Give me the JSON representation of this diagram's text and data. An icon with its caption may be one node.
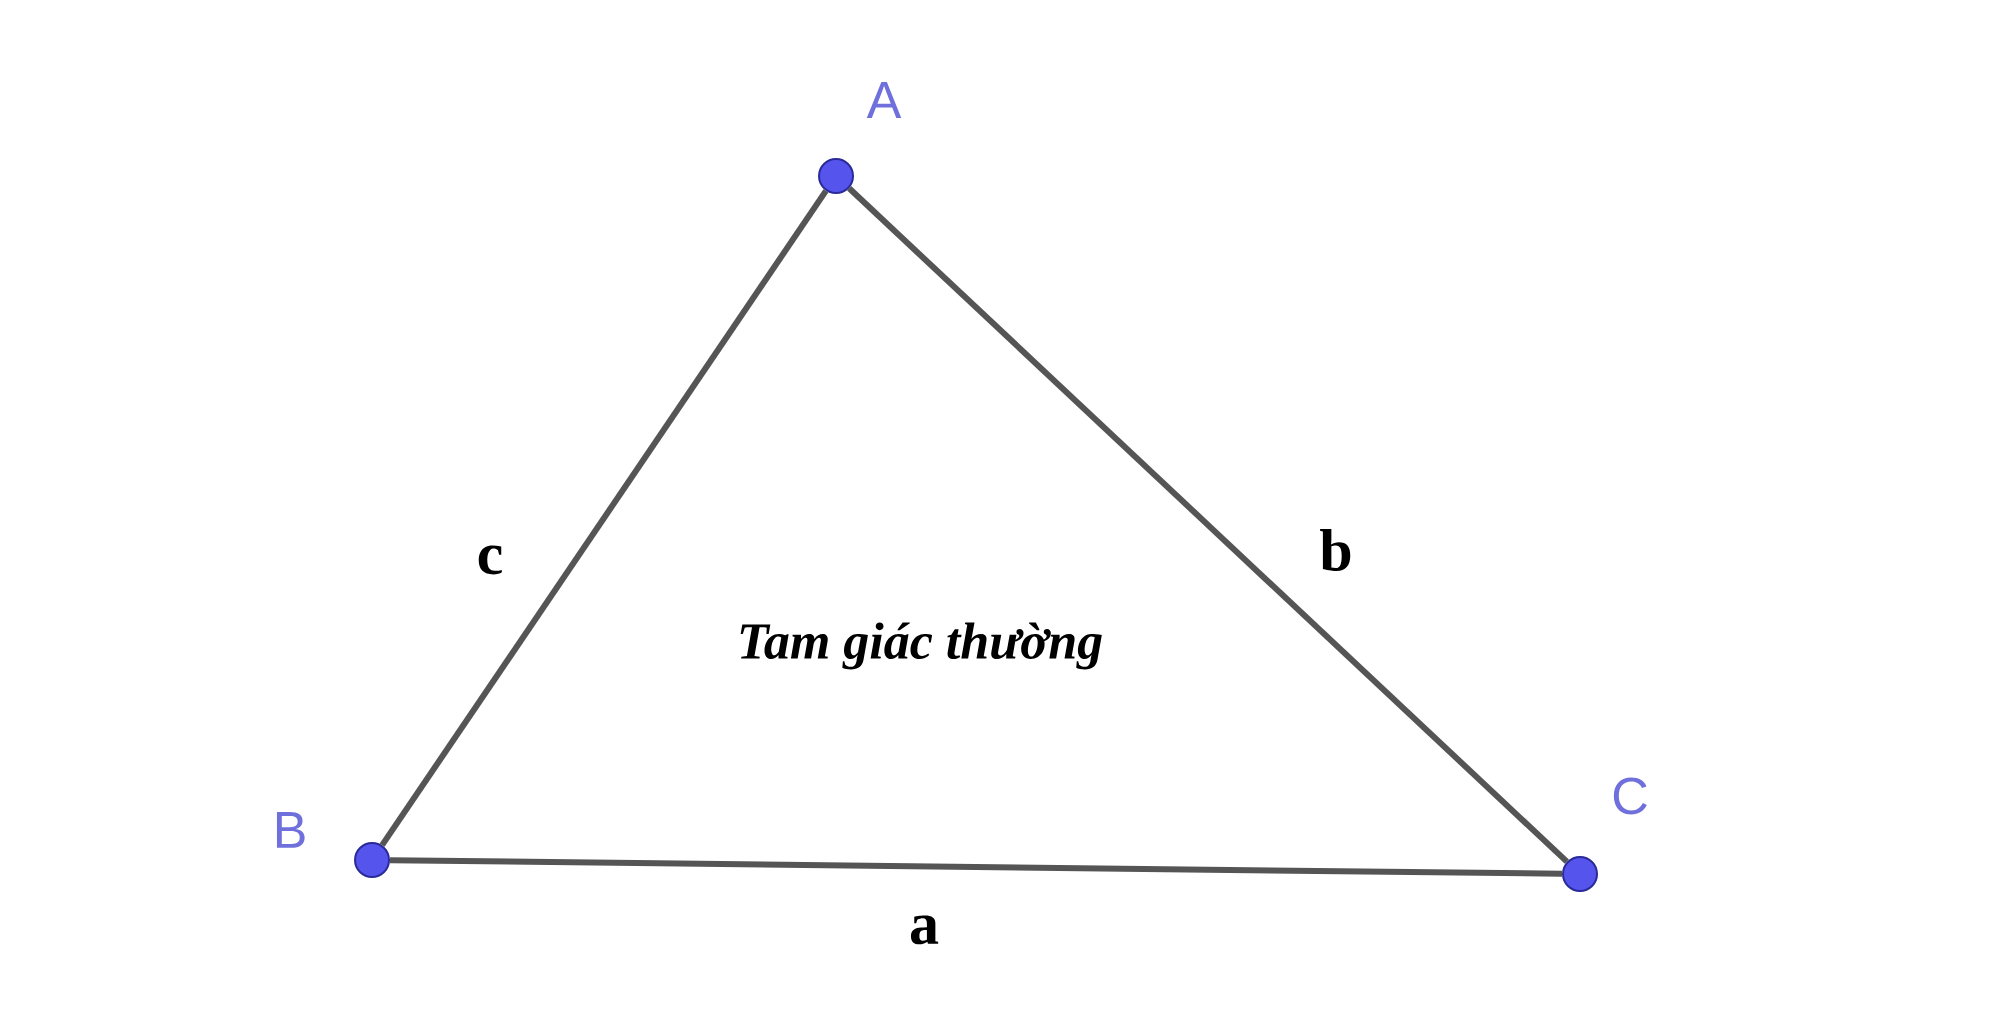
{
  "diagram": {
    "nodes": [
      {
        "text": [],
        "shape": "circle",
        "beside": [
          "A"
        ]
      },
      {
        "text": [],
        "shape": "circle",
        "beside": [
          "B"
        ]
      },
      {
        "text": [],
        "shape": "circle",
        "beside": [
          "C"
        ]
      }
    ],
    "edges": [
      {
        "from": 0,
        "to": 1,
        "arrow": "none",
        "label": "c"
      },
      {
        "from": 0,
        "to": 2,
        "arrow": "none",
        "label": "b"
      },
      {
        "from": 1,
        "to": 2,
        "arrow": "none",
        "label": "a"
      }
    ],
    "labels": [
      "Tam giác thường"
    ]
  }
}
